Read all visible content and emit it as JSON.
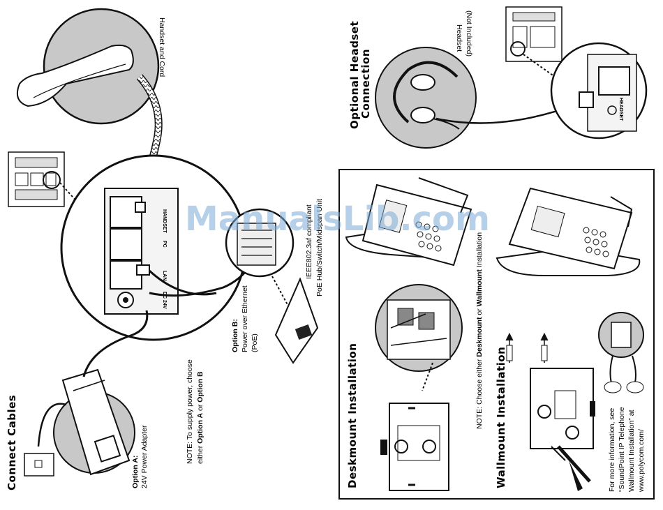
{
  "watermark": "ManualsLib.com",
  "connect_cables": {
    "heading": "Connect Cables",
    "handset_caption": "Handset and Cord",
    "option_a_title": "Option A:",
    "option_a_desc": "24V Power Adapter",
    "option_b_title": "Option B:",
    "option_b_line1": "Power over Ethernet",
    "option_b_line2": "(PoE)",
    "poe_line1": "IEEE802.3af compliant",
    "poe_line2": "PoE Hub/Switch/Midspan Unit",
    "note_line1": "NOTE: To supply power, choose",
    "note_line2_prefix": "either ",
    "note_option_a": "Option A",
    "note_or": " or ",
    "note_option_b": "Option B",
    "port_labels": {
      "handset": "HANDSET",
      "pc": "PC",
      "lan": "LAN",
      "dc": "DC 24V"
    }
  },
  "headset": {
    "heading_line1": "Optional Headset",
    "heading_line2": "Connection",
    "caption_line1": "Headset",
    "caption_line2": "(Not Included)",
    "port_label": "HEADSET"
  },
  "installation": {
    "deskmount_heading": "Deskmount Installation",
    "wallmount_heading": "Wallmount Installation",
    "note_prefix": "NOTE: Choose either ",
    "note_desk": "Deskmount",
    "note_or": " or ",
    "note_wall": "Wallmount",
    "note_suffix": " Installation",
    "info_line1": "For more information, see",
    "info_line2": "“SoundPoint IP Telephone",
    "info_line3": "Wallmount Installation” at",
    "info_line4": "www.polycom.com/"
  }
}
